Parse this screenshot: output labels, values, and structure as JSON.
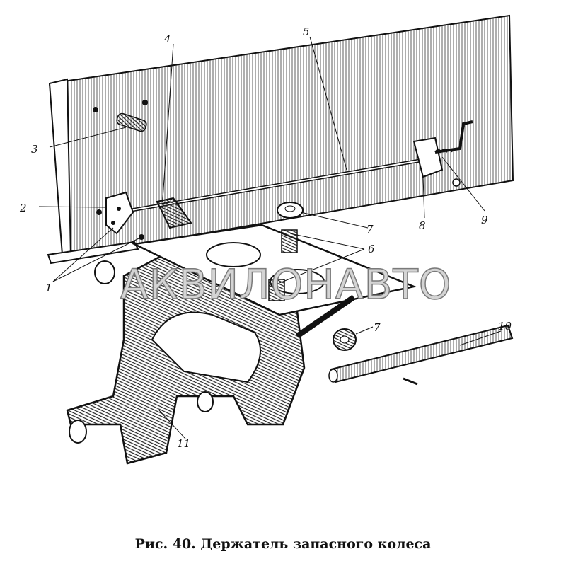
{
  "figure": {
    "caption": "Рис. 40. Держатель запасного колеса",
    "watermark": "АКВИЛОНАВТО",
    "callouts": [
      "1",
      "2",
      "3",
      "4",
      "5",
      "6",
      "7",
      "7",
      "8",
      "9",
      "10",
      "11"
    ]
  }
}
